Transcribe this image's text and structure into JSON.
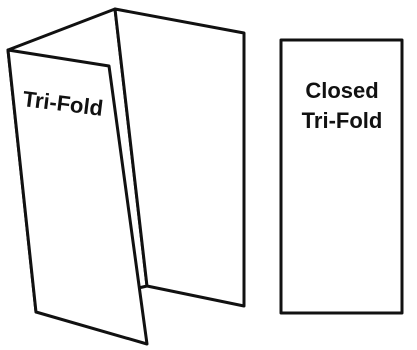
{
  "diagram": {
    "open_label": "Tri-Fold",
    "closed_label_line1": "Closed",
    "closed_label_line2": "Tri-Fold"
  },
  "colors": {
    "stroke": "#111111",
    "panel_fill": "#ffffff",
    "text": "#111111"
  }
}
